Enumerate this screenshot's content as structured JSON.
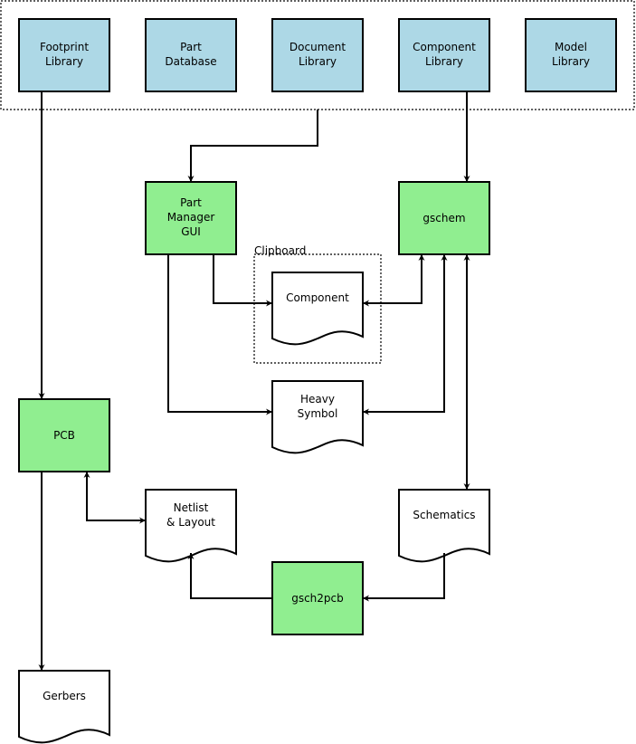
{
  "libraries": {
    "footprint": [
      "Footprint",
      "Library"
    ],
    "part_db": [
      "Part",
      "Database"
    ],
    "document": [
      "Document",
      "Library"
    ],
    "component": [
      "Component",
      "Library"
    ],
    "model": [
      "Model",
      "Library"
    ]
  },
  "processes": {
    "part_manager": [
      "Part",
      "Manager",
      "GUI"
    ],
    "gschem": [
      "gschem"
    ],
    "pcb": [
      "PCB"
    ],
    "gsch2pcb": [
      "gsch2pcb"
    ]
  },
  "documents": {
    "component": [
      "Component"
    ],
    "heavy_symbol": [
      "Heavy",
      "Symbol"
    ],
    "netlist": [
      "Netlist",
      "& Layout"
    ],
    "schematics": [
      "Schematics"
    ],
    "gerbers": [
      "Gerbers"
    ]
  },
  "groups": {
    "clipboard": "Clipboard"
  },
  "colors": {
    "library": "#add8e6",
    "process": "#90ee90",
    "document": "#ffffff"
  }
}
